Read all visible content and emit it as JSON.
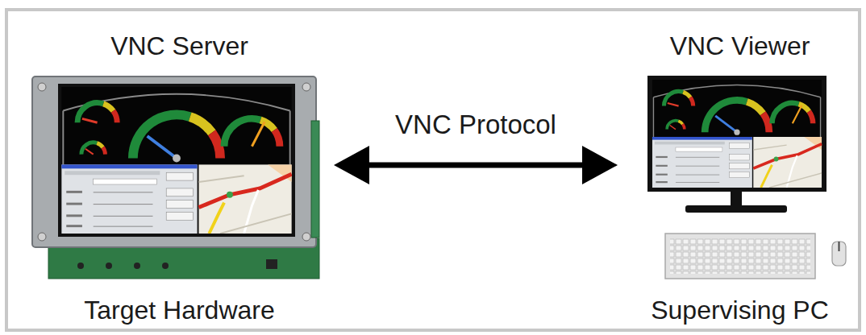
{
  "diagram": {
    "nodes": [
      {
        "text": [
          "VNC Server",
          "Target Hardware"
        ]
      },
      {
        "text": [
          "VNC Viewer",
          "Supervising PC"
        ]
      }
    ],
    "edges": [
      {
        "from": 0,
        "to": 1,
        "arrow": "both",
        "label": "VNC Protocol"
      }
    ]
  }
}
